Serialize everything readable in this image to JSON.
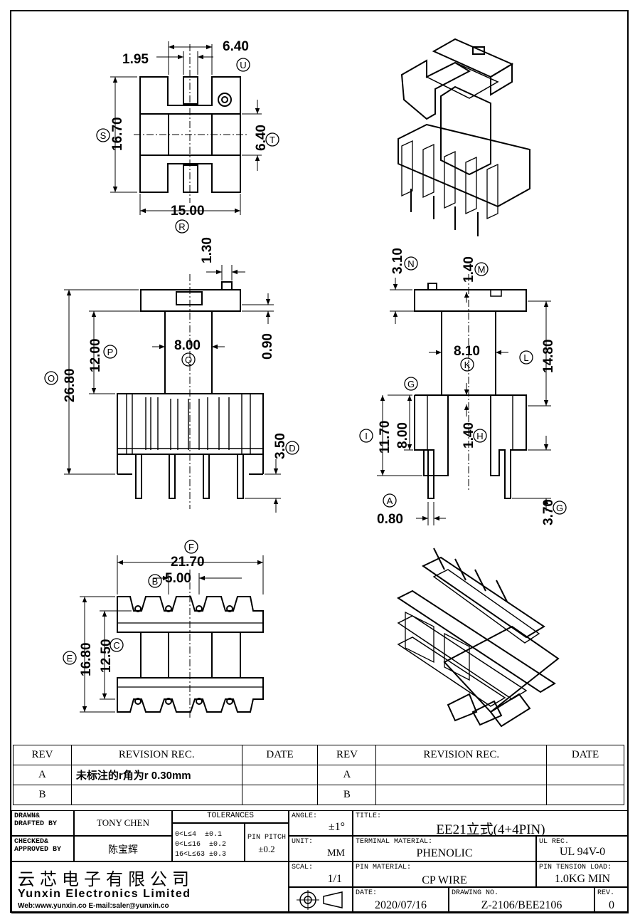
{
  "dimensions": {
    "top": {
      "d1": "1.95",
      "d2": "6.40",
      "d3": "16.70",
      "d4": "6.40",
      "d5": "15.00"
    },
    "front": {
      "d1": "1.30",
      "d2": "12.00",
      "d3": "26.80",
      "d4": "8.00",
      "d5": "0.90",
      "d6": "3.50"
    },
    "side": {
      "d1": "3.10",
      "d2": "1.40",
      "d3": "8.10",
      "d4": "14.80",
      "d5": "11.70",
      "d6": "8.00",
      "d7": "1.40",
      "d8": "0.80",
      "d9": "3.70"
    },
    "bottom": {
      "d1": "21.70",
      "d2": "5.00",
      "d3": "16.80",
      "d4": "12.50"
    }
  },
  "markers": {
    "U": "U",
    "S": "S",
    "T": "T",
    "R": "R",
    "P": "P",
    "O": "O",
    "Q": "Q",
    "D": "D",
    "N": "N",
    "M": "M",
    "K": "K",
    "L": "L",
    "G": "G",
    "I": "I",
    "H": "H",
    "A": "A",
    "F": "F",
    "B": "B",
    "C": "C",
    "E": "E"
  },
  "revision_table": {
    "header": [
      "REV",
      "REVISION REC.",
      "DATE",
      "REV",
      "REVISION REC.",
      "DATE"
    ],
    "rows": [
      [
        "A",
        "未标注的r角为r 0.30mm",
        "",
        "A",
        "",
        ""
      ],
      [
        "B",
        "",
        "",
        "B",
        "",
        ""
      ]
    ]
  },
  "title_block": {
    "drawn_label": "DRAWN&\nDRAFTED BY",
    "drawn_value": "TONY CHEN",
    "checked_label": "CHECKED&\nAPPROVED BY",
    "checked_value": "陈宝辉",
    "tolerances_label": "TOLERANCES",
    "tol_rows": [
      {
        "range": "0<L≤4",
        "tol": "±0.1"
      },
      {
        "range": "0<L≤16",
        "tol": "±0.2"
      },
      {
        "range": "16<L≤63",
        "tol": "±0.3"
      }
    ],
    "pin_pitch_label": "PIN PITCH",
    "pin_pitch_value": "±0.2",
    "angle_label": "ANGLE:",
    "angle_value": "±1°",
    "unit_label": "UNIT:",
    "unit_value": "MM",
    "scale_label": "SCAL:",
    "scale_value": "1/1",
    "title_label": "TITLE:",
    "title_value": "EE21立式(4+4PIN)",
    "terminal_label": "TERMINAL MATERIAL:",
    "terminal_value": "PHENOLIC",
    "ul_label": "UL REC.",
    "ul_value": "UL 94V-0",
    "pin_material_label": "PIN MATERIAL:",
    "pin_material_value": "CP WIRE",
    "tension_label": "PIN TENSION LOAD:",
    "tension_value": "1.0KG MIN",
    "date_label": "DATE:",
    "date_value": "2020/07/16",
    "drawing_label": "DRAWING NO.",
    "drawing_value": "Z-2106/BEE2106",
    "rev_label": "REV.",
    "rev_value": "0",
    "company_cn": "云芯电子有限公司",
    "company_en": "Yunxin Electronics Limited",
    "company_web": "Web:www.yunxin.co E-mail:saler@yunxin.co"
  }
}
